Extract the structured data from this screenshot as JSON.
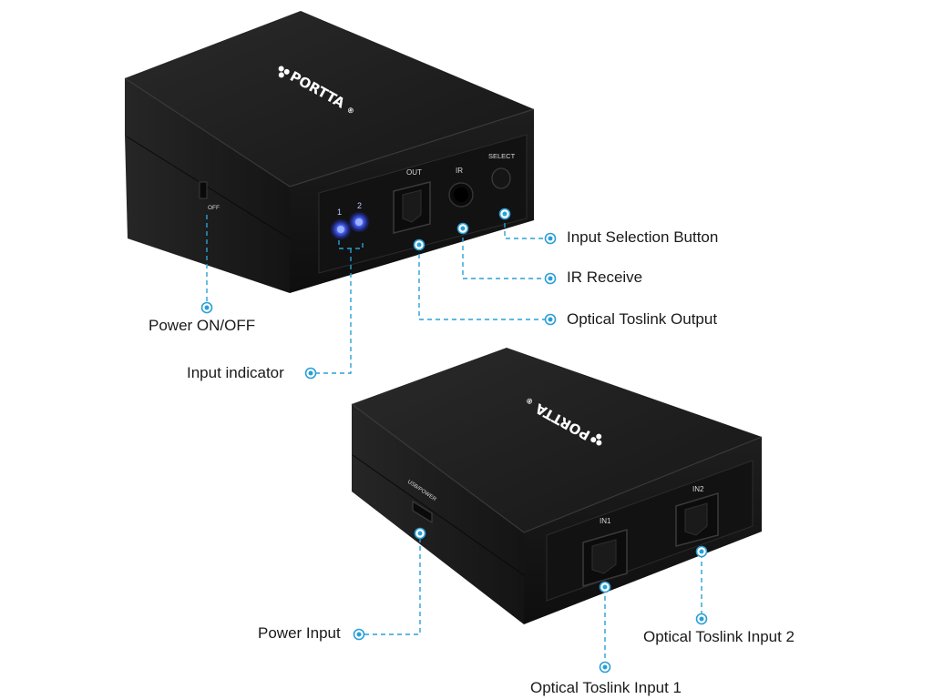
{
  "brand": {
    "logo_text": "PORTTA",
    "registered_mark": "®"
  },
  "device_top": {
    "port_labels": {
      "out": "OUT",
      "ir": "IR",
      "select": "SELECT",
      "led1": "1",
      "led2": "2",
      "side_switch": "OFF"
    }
  },
  "device_bottom": {
    "port_labels": {
      "in1": "IN1",
      "in2": "IN2",
      "usb": "USB/POWER"
    }
  },
  "callouts": {
    "input_selection_button": "Input Selection Button",
    "ir_receive": "IR Receive",
    "optical_output": "Optical Toslink Output",
    "power_onoff": "Power ON/OFF",
    "input_indicator": "Input indicator",
    "power_input": "Power Input",
    "optical_input_2": "Optical Toslink Input 2",
    "optical_input_1": "Optical Toslink Input 1"
  },
  "colors": {
    "callout_line": "#2a9fd6",
    "device_body": "#1c1c1c",
    "led": "#3b5bff"
  }
}
